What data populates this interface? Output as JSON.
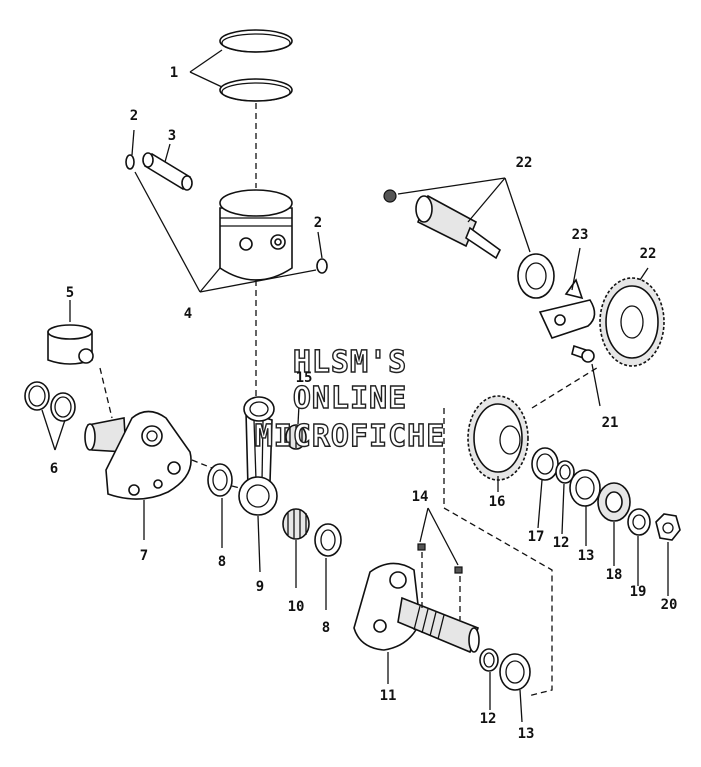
{
  "diagram": {
    "watermark": [
      "HLSM'S",
      "ONLINE",
      "MICROFICHE"
    ],
    "callouts": {
      "c1": "1",
      "c2a": "2",
      "c2b": "2",
      "c3": "3",
      "c4": "4",
      "c5": "5",
      "c6": "6",
      "c7": "7",
      "c8a": "8",
      "c8b": "8",
      "c9": "9",
      "c10": "10",
      "c11": "11",
      "c12a": "12",
      "c12b": "12",
      "c13a": "13",
      "c13b": "13",
      "c14": "14",
      "c15": "15",
      "c16": "16",
      "c17": "17",
      "c18": "18",
      "c19": "19",
      "c20": "20",
      "c21": "21",
      "c22a": "22",
      "c22b": "22",
      "c23": "23"
    }
  }
}
